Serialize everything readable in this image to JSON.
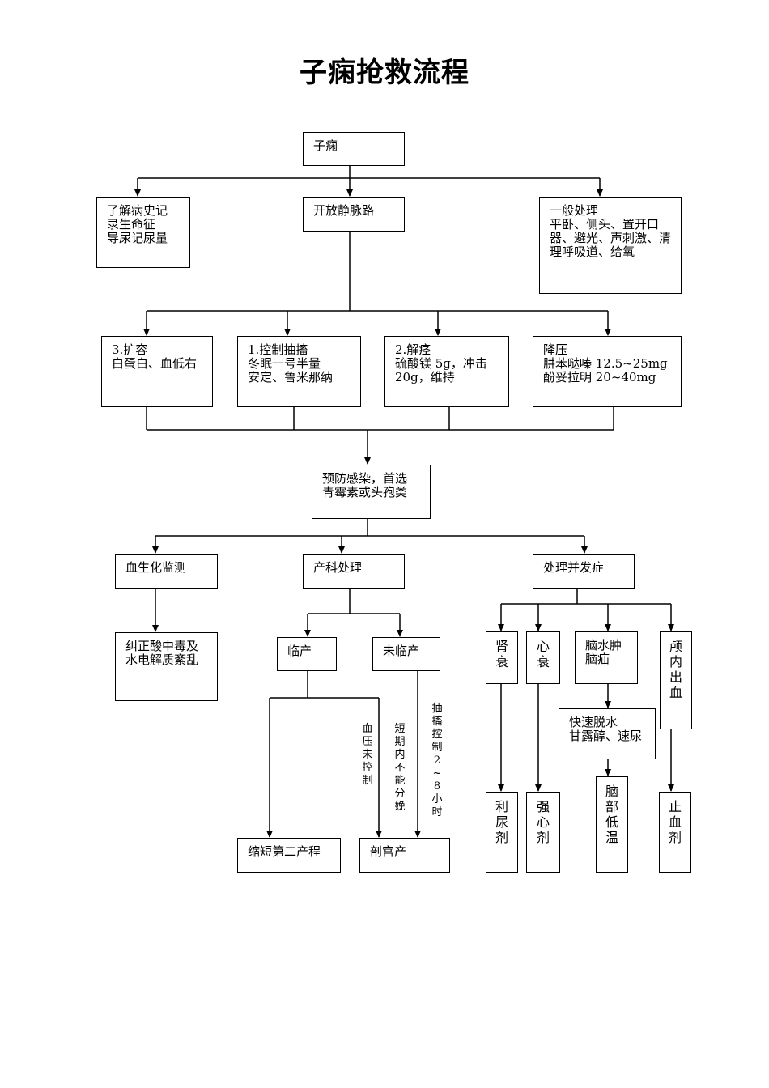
{
  "title": "子痫抢救流程",
  "nodes": {
    "root": "子痫",
    "history": "了解病史记\n录生命征\n导尿记尿量",
    "iv": "开放静脉路",
    "general": "一般处理\n平卧、侧头、置开口\n器、避光、声刺激、清\n理呼吸道、给氧",
    "expand": "3.扩容\n白蛋白、血低右",
    "control": "1.控制抽搐\n冬眠一号半量\n安定、鲁米那纳",
    "spasm": "2.解痉\n硫酸镁 5g，冲击\n      20g，维持",
    "bp": "降压\n肼苯哒嗪 12.5~25mg\n酚妥拉明 20~40mg",
    "infection": "预防感染，首选\n青霉素或头孢类",
    "biochem": "血生化监测",
    "obstetric": "产科处理",
    "complication": "处理并发症",
    "acidosis": "纠正酸中毒及\n水电解质紊乱",
    "labor": "临产",
    "no_labor": "未临产",
    "renal": "肾衰",
    "heart": "心衰",
    "edema": "脑水肿\n脑疝",
    "cranial": "颅内出血",
    "dehydrate": "快速脱水\n甘露醇、速尿",
    "shorten": "缩短第二产程",
    "cesarean": "剖宫产",
    "diuretic": "利尿剂",
    "cardiac": "强心剂",
    "cooling": "脑部低温",
    "hemostat": "止血剂"
  },
  "edge_labels": {
    "bp_uncontrolled": "血压未控制",
    "no_delivery": "短期内不能分娩",
    "seizure_hours": "抽搐控制2~8小时"
  }
}
